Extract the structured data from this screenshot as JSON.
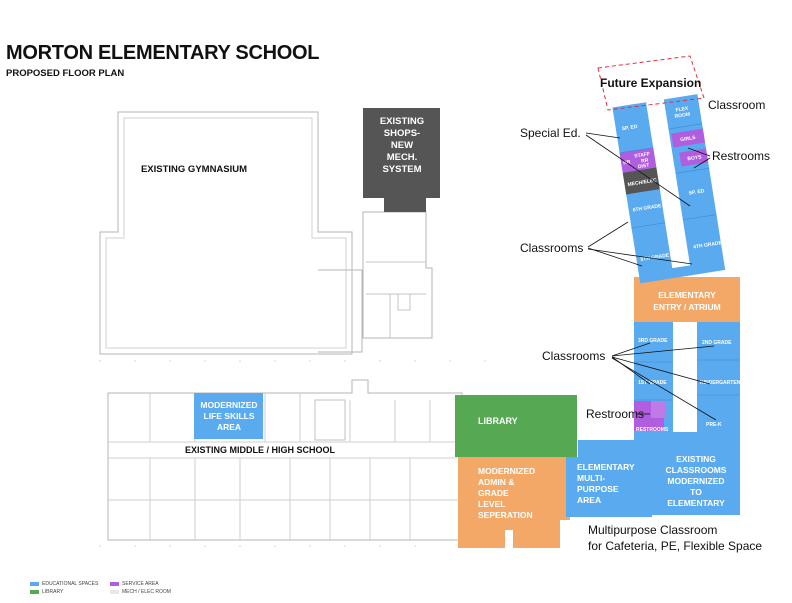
{
  "title": "MORTON ELEMENTARY SCHOOL",
  "subtitle": "PROPOSED FLOOR PLAN",
  "colors": {
    "educational": "#5aaaf0",
    "library": "#56a852",
    "service": "#b05de0",
    "mech": "#555555",
    "orange": "#f4a868",
    "existing_line": "#b5b5b5",
    "expansion": "#e0303a"
  },
  "buildings": {
    "gymnasium": "EXISTING GYMNASIUM",
    "shops": [
      "EXISTING",
      "SHOPS-",
      "NEW",
      "MECH.",
      "SYSTEM"
    ],
    "life_skills": [
      "MODERNIZED",
      "LIFE SKILLS",
      "AREA"
    ],
    "middle_high": "EXISTING MIDDLE / HIGH SCHOOL",
    "library": "LIBRARY",
    "admin": [
      "MODERNIZED",
      "ADMIN &",
      "GRADE",
      "LEVEL",
      "SEPERATION"
    ],
    "multipurpose": [
      "ELEMENTARY",
      "MULTI-",
      "PURPOSE",
      "AREA"
    ],
    "existing_classrooms": [
      "EXISTING",
      "CLASSROOMS",
      "MODERNIZED",
      "TO",
      "ELEMENTARY"
    ],
    "entry": [
      "ELEMENTARY",
      "ENTRY / ATRIUM"
    ]
  },
  "rooms": {
    "sp_ed_1": "SP. ED",
    "flex_room": [
      "FLEX",
      "ROOM"
    ],
    "girls": "GIRLS",
    "boys": "BOYS",
    "rr": "RR",
    "staff": "STAFF",
    "rr2": "RR",
    "dist": "DIST",
    "mech_elec": "MECH/ELEC",
    "sp_ed_2": "SP. ED",
    "grade6": "6TH GRADE",
    "grade5": "5TH GRADE",
    "grade4": "4TH GRADE",
    "grade3": "3RD GRADE",
    "grade2": "2ND GRADE",
    "grade1": "1ST GRADE",
    "kindergarten": "KINDERGARTEN",
    "restrooms": "RESTROOMS",
    "prek": "PRE-K"
  },
  "annotations": {
    "future_expansion": "Future Expansion",
    "classroom": "Classroom",
    "special_ed": "Special Ed.",
    "restrooms_top": "Restrooms",
    "classrooms_upper": "Classrooms",
    "classrooms_lower": "Classrooms",
    "restrooms_lower": "Restrooms",
    "multipurpose_line1": "Multipurpose Classroom",
    "multipurpose_line2": "for Cafeteria, PE, Flexible Space"
  },
  "legend": {
    "educational": "EDUCATIONAL SPACES",
    "library": "LIBRARY",
    "service": "SERVICE AREA",
    "mech": "MECH / ELEC ROOM"
  }
}
